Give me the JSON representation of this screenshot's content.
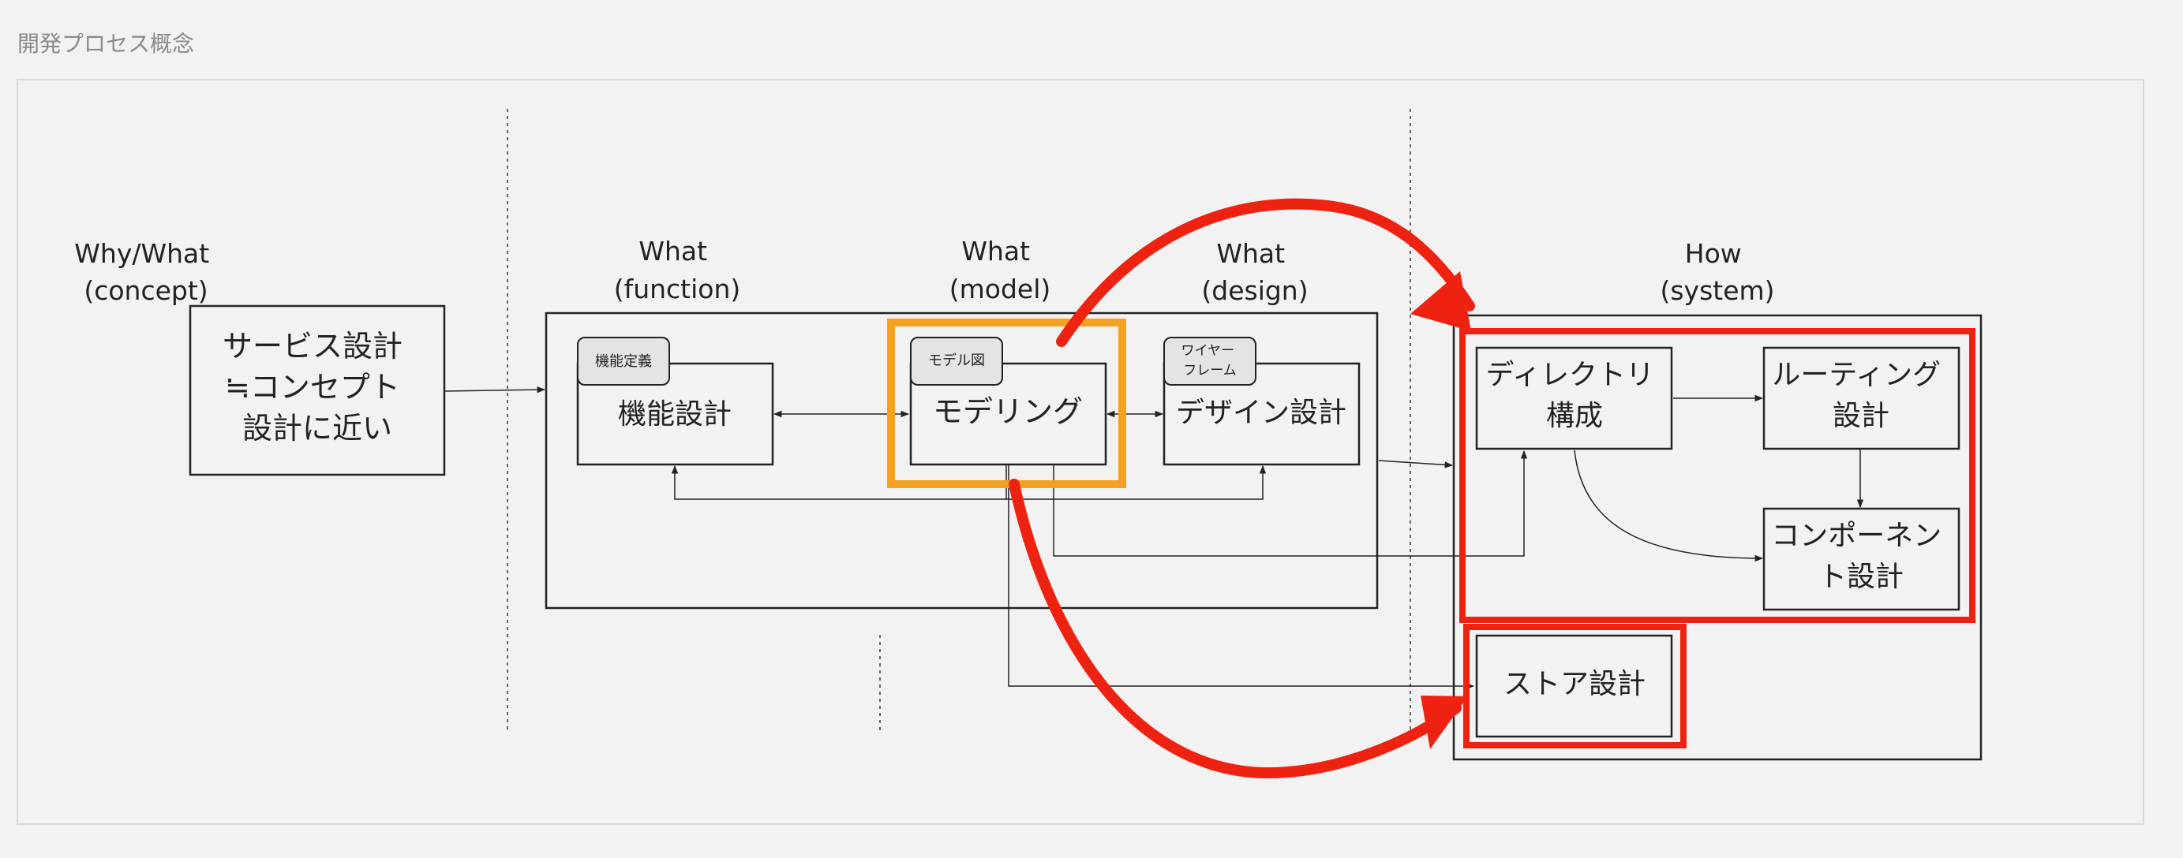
{
  "page": {
    "title": "開発プロセス概念"
  },
  "stages": {
    "concept": [
      "Why/What",
      "(concept)"
    ],
    "function": [
      "What",
      "(function)"
    ],
    "model": [
      "What",
      "(model)"
    ],
    "design": [
      "What",
      "(design)"
    ],
    "system": [
      "How",
      "(system)"
    ]
  },
  "boxes": {
    "service": [
      "サービス設計",
      "≒コンセプト",
      "設計に近い"
    ],
    "kinou": "機能設計",
    "modeling": "モデリング",
    "design": "デザイン設計",
    "directory": [
      "ディレクトリ",
      "構成"
    ],
    "routing": [
      "ルーティング",
      "設計"
    ],
    "component": [
      "コンポーネン",
      "ト設計"
    ],
    "store": "ストア設計"
  },
  "tags": {
    "kinou": "機能定義",
    "model": "モデル図",
    "wire": [
      "ワイヤー",
      "フレーム"
    ]
  },
  "colors": {
    "highlight_red": "#ee2211",
    "highlight_orange": "#f5a020",
    "line": "#222222"
  }
}
